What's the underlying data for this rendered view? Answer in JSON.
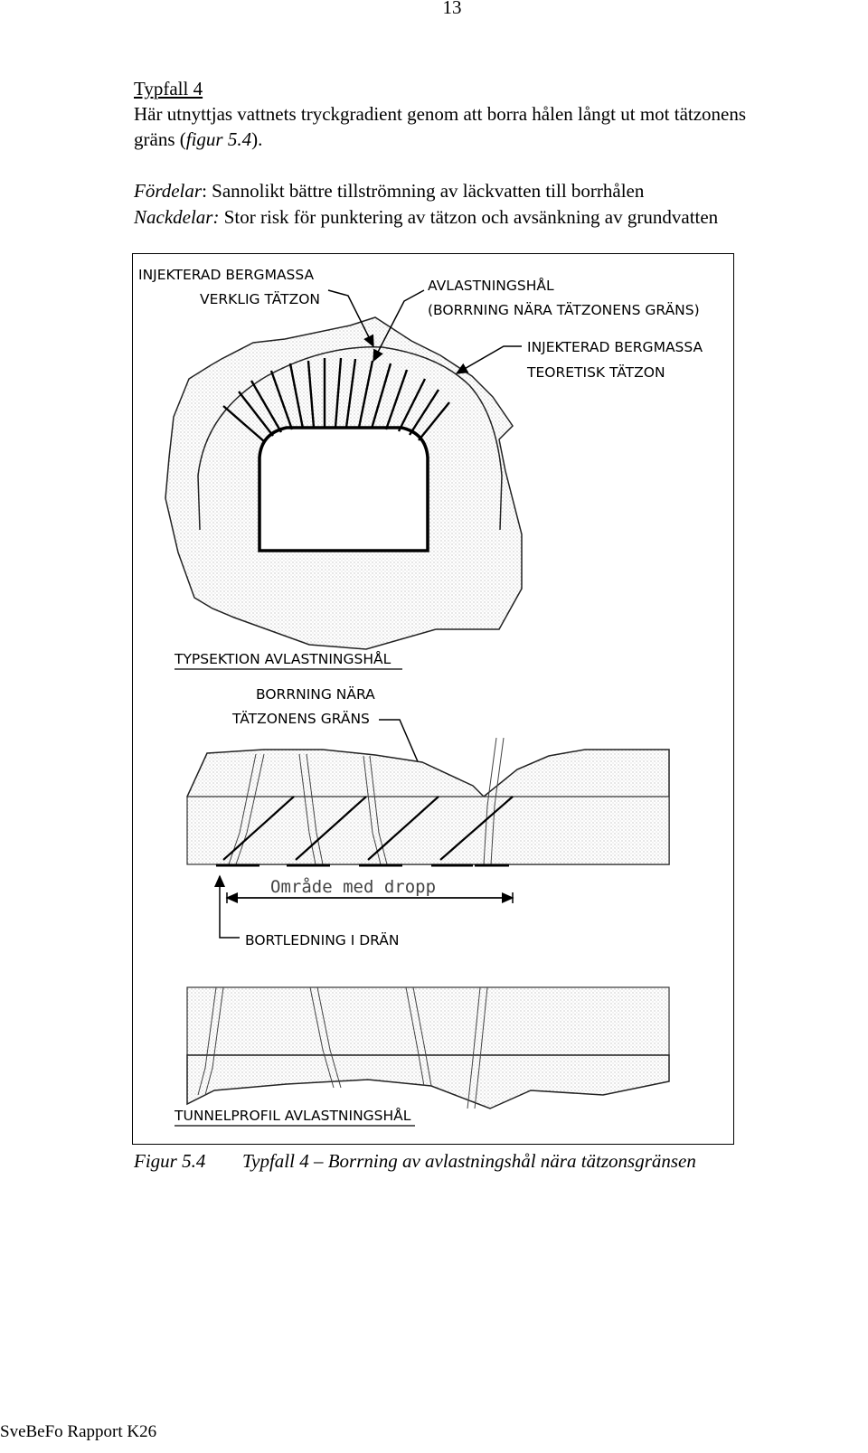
{
  "page": {
    "number": "13",
    "footer": "SveBeFo Rapport K26"
  },
  "section": {
    "heading": "Typfall 4",
    "paragraph_line1": "Här utnyttjas vattnets tryckgradient genom att borra hålen långt ut mot tätzonens",
    "paragraph_line2_prefix": "gräns (",
    "paragraph_line2_ref": "figur 5.4",
    "paragraph_line2_suffix": ").",
    "pros_label": "Fördelar",
    "pros_text": ": Sannolikt bättre tillströmning av läckvatten till borrhålen",
    "cons_label": "Nackdelar:",
    "cons_text": " Stor risk för punktering av tätzon och avsänkning av grundvatten"
  },
  "figure": {
    "labels": {
      "real_zone_line1": "INJEKTERAD BERGMASSA",
      "real_zone_line2": "VERKLIG TÄTZON",
      "relief_holes_line1": "AVLASTNINGSHÅL",
      "relief_holes_line2": "(BORRNING NÄRA TÄTZONENS GRÄNS)",
      "theory_zone_line1": "INJEKTERAD BERGMASSA",
      "theory_zone_line2": "TEORETISK TÄTZON",
      "section_title": "TYPSEKTION AVLASTNINGSHÅL",
      "drilling_line1": "BORRNING NÄRA",
      "drilling_line2": "TÄTZONENS GRÄNS",
      "drip_area": "Område med dropp",
      "drain": "BORTLEDNING I DRÄN",
      "profile_title": "TUNNELPROFIL AVLASTNINGSHÅL"
    },
    "caption_label": "Figur 5.4",
    "caption_text": "Typfall 4 – Borrning av avlastningshål nära tätzonsgränsen"
  }
}
